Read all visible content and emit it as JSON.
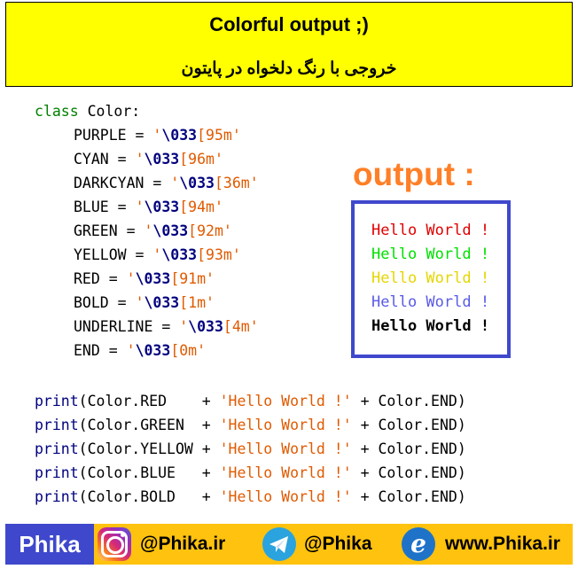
{
  "header": {
    "title": "Colorful output ;)",
    "subtitle": "خروجی با رنگ دلخواه در پایتون"
  },
  "code": {
    "class_kw": "class",
    "class_name": " Color:",
    "fields": [
      {
        "name": "PURPLE",
        "esc": "\\033",
        "tail": "[95m'"
      },
      {
        "name": "CYAN",
        "esc": "\\033",
        "tail": "[96m'"
      },
      {
        "name": "DARKCYAN",
        "esc": "\\033",
        "tail": "[36m'"
      },
      {
        "name": "BLUE",
        "esc": "\\033",
        "tail": "[94m'"
      },
      {
        "name": "GREEN",
        "esc": "\\033",
        "tail": "[92m'"
      },
      {
        "name": "YELLOW",
        "esc": "\\033",
        "tail": "[93m'"
      },
      {
        "name": "RED",
        "esc": "\\033",
        "tail": "[91m'"
      },
      {
        "name": "BOLD",
        "esc": "\\033",
        "tail": "[1m'"
      },
      {
        "name": "UNDERLINE",
        "esc": "\\033",
        "tail": "[4m'"
      },
      {
        "name": "END",
        "esc": "\\033",
        "tail": "[0m'"
      }
    ],
    "prints": [
      {
        "fn": "print",
        "arg": "(Color.RED    + ",
        "str": "'Hello World !'",
        "end": " + Color.END)"
      },
      {
        "fn": "print",
        "arg": "(Color.GREEN  + ",
        "str": "'Hello World !'",
        "end": " + Color.END)"
      },
      {
        "fn": "print",
        "arg": "(Color.YELLOW + ",
        "str": "'Hello World !'",
        "end": " + Color.END)"
      },
      {
        "fn": "print",
        "arg": "(Color.BLUE   + ",
        "str": "'Hello World !'",
        "end": " + Color.END)"
      },
      {
        "fn": "print",
        "arg": "(Color.BOLD   + ",
        "str": "'Hello World !'",
        "end": " + Color.END)"
      }
    ]
  },
  "output": {
    "label": "output :",
    "lines": [
      {
        "text": "Hello World !",
        "color": "#e00000"
      },
      {
        "text": "Hello World !",
        "color": "#00e000"
      },
      {
        "text": "Hello World !",
        "color": "#e5d600"
      },
      {
        "text": "Hello World !",
        "color": "#5a5ae6"
      },
      {
        "text": "Hello World !",
        "color": "#000000"
      }
    ]
  },
  "footer": {
    "brand": "Phika",
    "instagram": "@Phika.ir",
    "telegram": "@Phika",
    "website": "www.Phika.ir",
    "icons": [
      "instagram-icon",
      "telegram-icon",
      "web-icon"
    ]
  }
}
